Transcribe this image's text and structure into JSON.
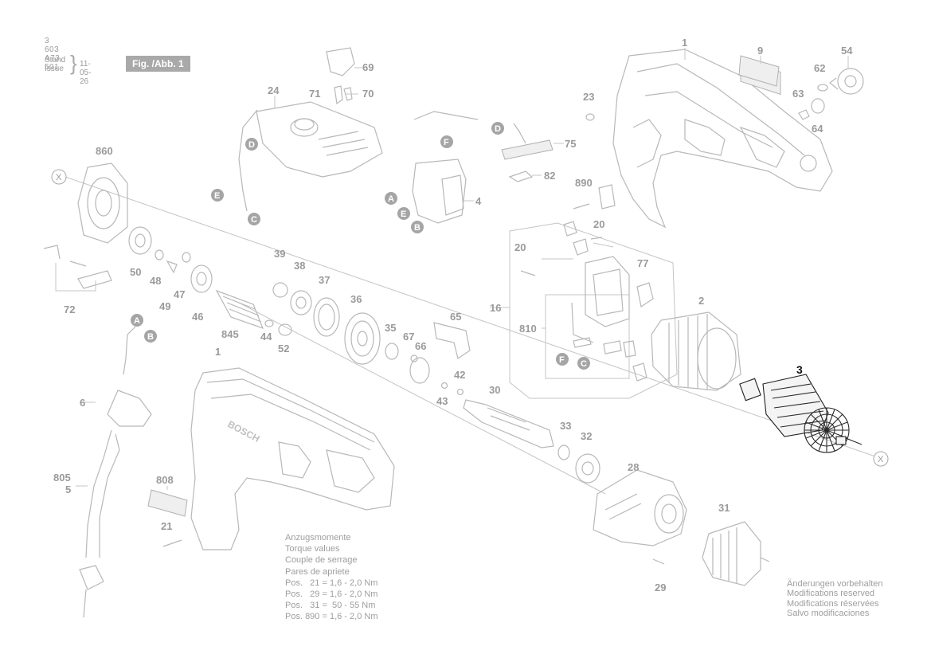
{
  "header": {
    "doc_number": "3 603 A73 501",
    "stand_line1": "Stand",
    "stand_line2": "Issue",
    "brace": "}",
    "date": "11-05-26",
    "figure_label": "Fig. /Abb. 1"
  },
  "torque": {
    "lines": [
      "Anzugsmomente",
      "Torque values",
      "Couple de serrage",
      "Pares de apriete"
    ],
    "rows": [
      "Pos.   21 = 1,6 - 2,0 Nm",
      "Pos.   29 = 1,6 - 2,0 Nm",
      "Pos.   31 =  50 - 55 Nm",
      "Pos. 890 = 1,6 - 2,0 Nm"
    ]
  },
  "modifications": [
    "Änderungen vorbehalten",
    "Modifications reserved",
    "Modifications réservées",
    "Salvo modificaciones"
  ],
  "brand_mark": "BOSCH",
  "highlighted_part": "3",
  "parts": {
    "p1_top": "1",
    "p9": "9",
    "p54": "54",
    "p62": "62",
    "p63": "63",
    "p64": "64",
    "p23": "23",
    "p69": "69",
    "p71": "71",
    "p70": "70",
    "p24": "24",
    "p75": "75",
    "p82": "82",
    "p4": "4",
    "p890": "890",
    "p20a": "20",
    "p20b": "20",
    "p77": "77",
    "p16": "16",
    "p810": "810",
    "p2": "2",
    "p3": "3",
    "p860": "860",
    "p50": "50",
    "p48": "48",
    "p49": "49",
    "p47": "47",
    "p46": "46",
    "p72": "72",
    "p39": "39",
    "p38": "38",
    "p37": "37",
    "p36": "36",
    "p845": "845",
    "p44": "44",
    "p52": "52",
    "p35": "35",
    "p65": "65",
    "p67": "67",
    "p66": "66",
    "p42": "42",
    "p43": "43",
    "p30": "30",
    "p33": "33",
    "p32": "32",
    "p28": "28",
    "p31": "31",
    "p29": "29",
    "p1_bottom": "1",
    "p6": "6",
    "p805": "805",
    "p5": "5",
    "p808": "808",
    "p21": "21"
  },
  "connectors": {
    "D1": "D",
    "E1": "E",
    "C1": "C",
    "F1": "F",
    "D2": "D",
    "A1": "A",
    "E2": "E",
    "B1": "B",
    "A2": "A",
    "B2": "B",
    "F2": "F",
    "C2": "C",
    "X1": "X",
    "X2": "X"
  }
}
